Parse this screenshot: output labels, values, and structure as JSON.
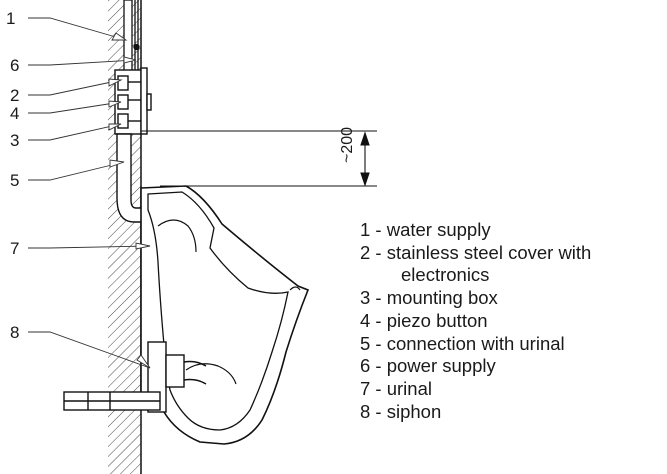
{
  "callouts": [
    "1",
    "6",
    "2",
    "4",
    "3",
    "5",
    "7",
    "8"
  ],
  "dimension": {
    "text": "~200"
  },
  "legend": [
    {
      "line": "1 - water supply"
    },
    {
      "line": "2 - stainless steel cover with"
    },
    {
      "line": "electronics"
    },
    {
      "line": "3 - mounting box"
    },
    {
      "line": "4 - piezo button"
    },
    {
      "line": "5 - connection with urinal"
    },
    {
      "line": "6 - power supply"
    },
    {
      "line": "7 - urinal"
    },
    {
      "line": "8 - siphon"
    }
  ]
}
